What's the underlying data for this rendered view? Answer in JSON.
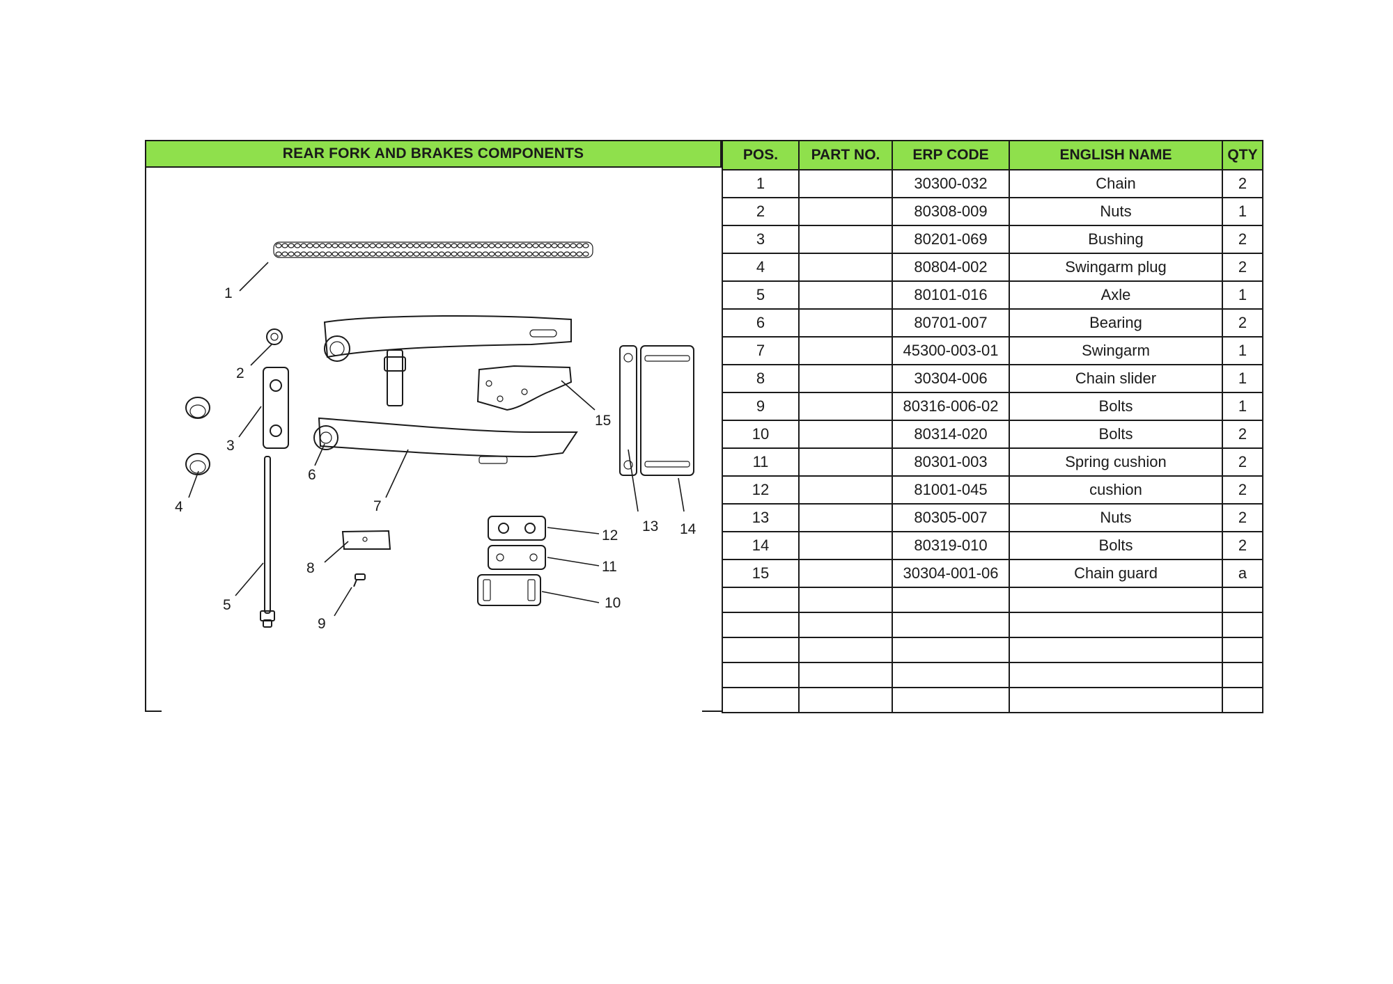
{
  "section_title": "REAR FORK AND BRAKES COMPONENTS",
  "table": {
    "headers": [
      "POS.",
      "PART NO.",
      "ERP CODE",
      "ENGLISH NAME",
      "QTY"
    ],
    "rows": [
      {
        "pos": "1",
        "part_no": "",
        "erp_code": "30300-032",
        "name": "Chain",
        "qty": "2"
      },
      {
        "pos": "2",
        "part_no": "",
        "erp_code": "80308-009",
        "name": "Nuts",
        "qty": "1"
      },
      {
        "pos": "3",
        "part_no": "",
        "erp_code": "80201-069",
        "name": "Bushing",
        "qty": "2"
      },
      {
        "pos": "4",
        "part_no": "",
        "erp_code": "80804-002",
        "name": "Swingarm plug",
        "qty": "2"
      },
      {
        "pos": "5",
        "part_no": "",
        "erp_code": "80101-016",
        "name": "Axle",
        "qty": "1"
      },
      {
        "pos": "6",
        "part_no": "",
        "erp_code": "80701-007",
        "name": "Bearing",
        "qty": "2"
      },
      {
        "pos": "7",
        "part_no": "",
        "erp_code": "45300-003-01",
        "name": "Swingarm",
        "qty": "1"
      },
      {
        "pos": "8",
        "part_no": "",
        "erp_code": "30304-006",
        "name": "Chain slider",
        "qty": "1"
      },
      {
        "pos": "9",
        "part_no": "",
        "erp_code": "80316-006-02",
        "name": "Bolts",
        "qty": "1"
      },
      {
        "pos": "10",
        "part_no": "",
        "erp_code": "80314-020",
        "name": "Bolts",
        "qty": "2"
      },
      {
        "pos": "11",
        "part_no": "",
        "erp_code": "80301-003",
        "name": "Spring cushion",
        "qty": "2"
      },
      {
        "pos": "12",
        "part_no": "",
        "erp_code": "81001-045",
        "name": "cushion",
        "qty": "2"
      },
      {
        "pos": "13",
        "part_no": "",
        "erp_code": "80305-007",
        "name": "Nuts",
        "qty": "2"
      },
      {
        "pos": "14",
        "part_no": "",
        "erp_code": "80319-010",
        "name": "Bolts",
        "qty": "2"
      },
      {
        "pos": "15",
        "part_no": "",
        "erp_code": "30304-001-06",
        "name": "Chain guard",
        "qty": "a"
      }
    ],
    "empty_rows": 5
  },
  "diagram": {
    "callouts": [
      "1",
      "2",
      "3",
      "4",
      "5",
      "6",
      "7",
      "8",
      "9",
      "10",
      "11",
      "12",
      "13",
      "14",
      "15"
    ]
  }
}
